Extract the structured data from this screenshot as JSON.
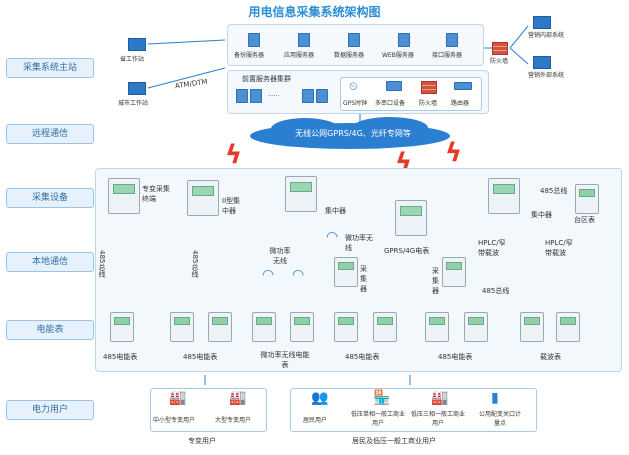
{
  "title": "用电信息采集系统架构图",
  "rows": [
    "采集系统主站",
    "远程通信",
    "采集设备",
    "本地通信",
    "电能表",
    "电力用户"
  ],
  "master": {
    "workstations": [
      "省工作站",
      "城市工作站"
    ],
    "atm": "ATM/DTM",
    "servers": [
      "备份服务器",
      "应用服务器",
      "数据服务器",
      "WEB服务器",
      "接口服务器"
    ],
    "firewall": "防火墙",
    "outer": [
      "营销内部系统",
      "营销外部系统"
    ],
    "front_cluster": "前置服务器集群",
    "ellipsis": "······",
    "devices": [
      "GPS时钟",
      "多串口设备",
      "防火墙",
      "路由器"
    ]
  },
  "network": "无线公网GPRS/4G、光纤专网等",
  "devices": {
    "terminal": "专变采集终端",
    "concentrator2": "II型集中器",
    "concentrator": "集中器",
    "gprs_meter": "GPRS/4G电表",
    "concentrator_r": "集中器",
    "district_meter": "台区表",
    "collector": "采集器",
    "collector2": "采集器"
  },
  "comm": {
    "rs485": "485总线",
    "micro_wireless": "微功率无线",
    "hplc1": "HPLC/窄带载波",
    "hplc2": "HPLC/窄带载波"
  },
  "meters": {
    "m1": "485电能表",
    "m2": "485电能表",
    "m3": "微功率无线电能表",
    "m4": "485电能表",
    "m5": "485电能表",
    "m6": "载波表"
  },
  "users": {
    "special": [
      "中小型专变用户",
      "大型专变用户"
    ],
    "special_title": "专变用户",
    "resident": [
      "居民用户",
      "低压单相一般工商业用户",
      "低压三相一般工商业用户",
      "公用配变关口计量点"
    ],
    "resident_title": "居民及低压一般工商业用户"
  }
}
